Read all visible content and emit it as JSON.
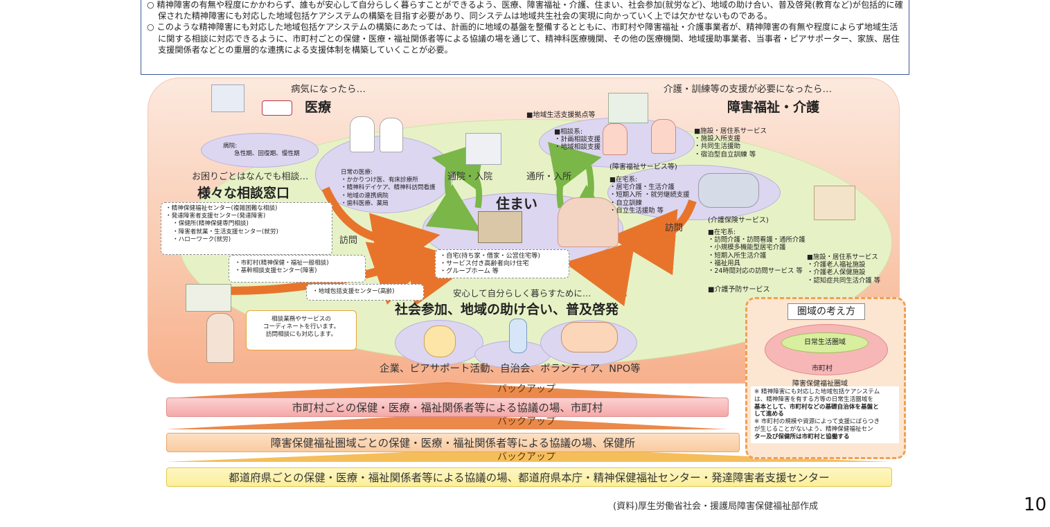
{
  "intro": {
    "paragraphs": [
      "○ 精神障害の有無や程度にかかわらず、誰もが安心して自分らしく暮らすことができるよう、医療、障害福祉・介護、住まい、社会参加(就労など)、地域の助け合い、普及啓発(教育など)が包括的に確保された精神障害にも対応した地域包括ケアシステムの構築を目指す必要があり、同システムは地域共生社会の実現に向かっていく上では欠かせないものである。",
      "○ このような精神障害にも対応した地域包括ケアシステムの構築にあたっては、計画的に地域の基盤を整備するとともに、市町村や障害福祉・介護事業者が、精神障害の有無や程度によらず地域生活に関する相談に対応できるように、市町村ごとの保健・医療・福祉関係者等による協議の場を通じて、精神科医療機関、その他の医療機関、地域援助事業者、当事者・ピアサポーター、家族、居住支援関係者などとの重層的な連携による支援体制を構築していくことが必要。"
    ]
  },
  "medical": {
    "caption": "病気になったら…",
    "title": "医療",
    "hospital": [
      "病院:",
      "急性期、回復期、慢性期"
    ],
    "daily": [
      "日常の医療:",
      "・かかりつけ医、有床診療所",
      "・精神科デイケア、精神科訪問看護",
      "・地域の連携病院",
      "・歯科医療、薬局"
    ]
  },
  "welfare": {
    "caption": "介護・訓練等の支援が必要になったら…",
    "title": "障害福祉・介護",
    "base": "■地域生活支援拠点等",
    "consult": [
      "■相談系:",
      "・計画相談支援",
      "・地域相談支援"
    ],
    "facility": [
      "■施設・居住系サービス",
      "・施設入所支援",
      "・共同生活援助",
      "・宿泊型自立訓練 等"
    ],
    "service_label": "(障害福祉サービス等)",
    "home": [
      "■在宅系:",
      "・居宅介護・生活介護",
      "・短期入所 ・就労継続支援",
      "・自立訓練",
      "・自立生活援助 等"
    ],
    "care_label": "(介護保険サービス)",
    "care_home": [
      "■在宅系:",
      "・訪問介護・訪問看護・通所介護",
      "・小規模多機能型居宅介護",
      "・短期入所生活介護",
      "・福祉用具",
      "・24時間対応の訪問サービス 等"
    ],
    "care_facility": [
      "■施設・居住系サービス",
      "・介護老人福祉施設",
      "・介護老人保健施設",
      "・認知症共同生活介護 等"
    ],
    "prevention": "■介護予防サービス"
  },
  "arrows": {
    "outpatient": "通院・入院",
    "daycare": "通所・入所",
    "visit_left": "訪問",
    "visit_right": "訪問"
  },
  "housing": {
    "title": "住まい",
    "items": [
      "・自宅(持ち家・借家・公営住宅等)",
      "・サービス付き高齢者向け住宅",
      "・グループホーム 等"
    ]
  },
  "consult_window": {
    "caption": "お困りごとはなんでも相談…",
    "title": "様々な相談窓口",
    "list1": [
      "・精神保健福祉センター(複雑困難な相談)",
      "・発達障害者支援センター(発達障害)",
      "・保健所(精神保健専門相談)",
      "・障害者就業・生活支援センター(就労)",
      "・ハローワーク(就労)"
    ],
    "list2": [
      "・市町村(精神保健・福祉一般相談)",
      "・基幹相談支援センター(障害)"
    ],
    "list3": "・地域包括支援センター(高齢)",
    "coordinator": [
      "相談業務やサービスの",
      "コーディネートを行います。",
      "訪問相談にも対応します。"
    ]
  },
  "social": {
    "caption": "安心して自分らしく暮らすために…",
    "title": "社会参加、地域の助け合い、普及啓発",
    "actors": "企業、ピアサポート活動、自治会、ボランティア、NPO等"
  },
  "area": {
    "title": "圏域の考え方",
    "daily": "日常生活圏域",
    "city": "市町村",
    "health": "障害保健福祉圏域",
    "note1": [
      "※ 精神障害にも対応した地域包括ケアシステム",
      "は、精神障害を有する方等の日常生活圏域を",
      "基本として、市町村などの基礎自治体を基盤と",
      "して進める"
    ],
    "note2": [
      "※ 市町村の規模や資源によって支援にばらつき",
      "が生じることがないよう、精神保健福祉セン",
      "ター及び保健所は市町村と協働する"
    ]
  },
  "backup": [
    "バックアップ",
    "バックアップ",
    "バックアップ"
  ],
  "bars": [
    "市町村ごとの保健・医療・福祉関係者等による協議の場、市町村",
    "障害保健福祉圏域ごとの保健・医療・福祉関係者等による協議の場、保健所",
    "都道府県ごとの保健・医療・福祉関係者等による協議の場、都道府県本庁・精神保健福祉センター・発達障害者支援センター"
  ],
  "footer": {
    "source": "(資料)厚生労働省社会・援護局障害保健福祉部作成",
    "page": "10"
  },
  "colors": {
    "frame": "#3a5a9a",
    "stage": "#f9c8ad",
    "green_oval": "#e6f2c6",
    "lavender": "#dcd6f0",
    "arrow_orange": "#e8742c",
    "arrow_green": "#7ab648",
    "bar1": "#f5a9a9",
    "bar2": "#f9cba0",
    "bar3": "#fbef9a"
  }
}
